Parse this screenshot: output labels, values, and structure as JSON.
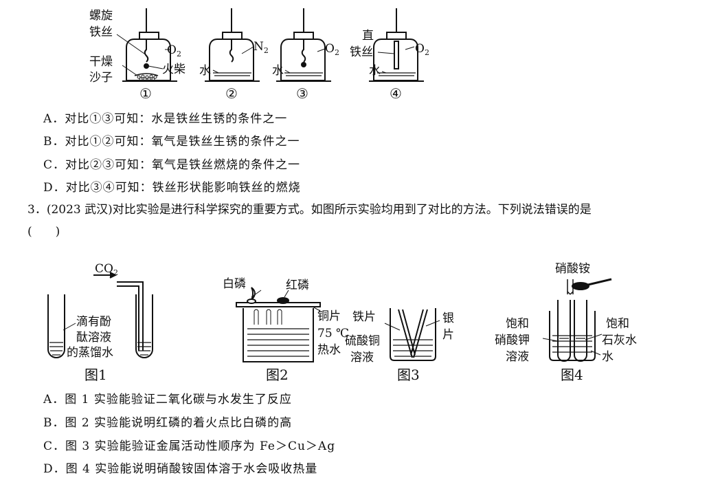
{
  "top_figure": {
    "labels": {
      "screw_wire_1": "螺旋",
      "screw_wire_2": "铁丝",
      "dry_sand_1": "干燥",
      "dry_sand_2": "沙子",
      "match": "火柴",
      "o2": "O",
      "o2_sub": "2",
      "n2": "N",
      "n2_sub": "2",
      "water": "水",
      "straight_1": "直",
      "straight_2": "铁丝"
    },
    "captions": [
      "①",
      "②",
      "③",
      "④"
    ]
  },
  "q2_options": [
    "A．对比①③可知：水是铁丝生锈的条件之一",
    "B．对比①②可知：氧气是铁丝生锈的条件之一",
    "C．对比②③可知：氧气是铁丝燃烧的条件之一",
    "D．对比③④可知：铁丝形状能影响铁丝的燃烧"
  ],
  "q3": {
    "stem": "3．(2023 武汉)对比实验是进行科学探究的重要方式。如图所示实验均用到了对比的方法。下列说法错误的是",
    "blank": "(　　)"
  },
  "bottom_figure": {
    "fig1": {
      "co2": "CO",
      "co2_sub": "2",
      "l1": "滴有酚",
      "l2": "酞溶液",
      "l3": "的蒸馏水",
      "caption": "图1"
    },
    "fig2": {
      "white_p": "白磷",
      "red_p": "红磷",
      "copper": "铜片",
      "temp": "75 ℃",
      "hot_water": "热水",
      "caption": "图2"
    },
    "fig3": {
      "iron": "铁片",
      "cuso4_1": "硫酸铜",
      "cuso4_2": "溶液",
      "silver_1": "银",
      "silver_2": "片",
      "caption": "图3"
    },
    "fig4": {
      "nh4no3": "硝酸铵",
      "kno3_1": "饱和",
      "kno3_2": "硝酸钾",
      "kno3_3": "溶液",
      "lime_1": "饱和",
      "lime_2": "石灰水",
      "water": "水",
      "caption": "图4"
    }
  },
  "q3_options": [
    "A．图 1 实验能验证二氧化碳与水发生了反应",
    "B．图 2 实验能说明红磷的着火点比白磷的高",
    "C．图 3 实验能验证金属活动性顺序为 Fe＞Cu＞Ag",
    "D．图 4 实验能说明硝酸铵固体溶于水会吸收热量"
  ]
}
